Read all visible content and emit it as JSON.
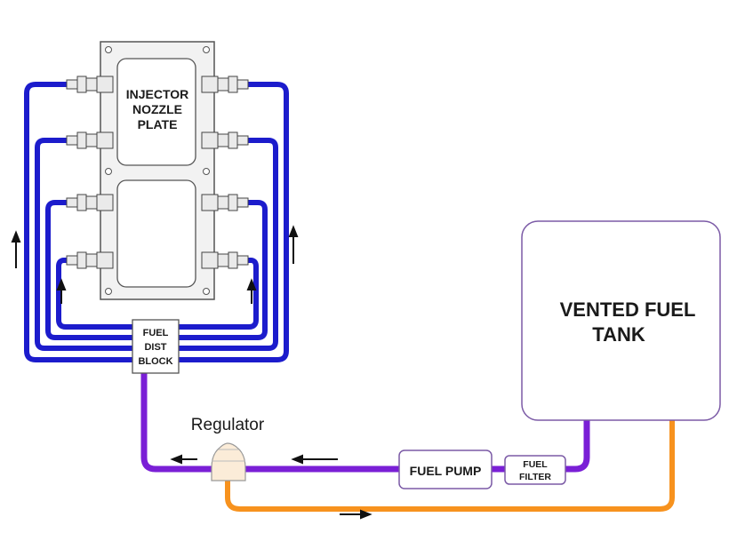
{
  "labels": {
    "plate_line1": "INJECTOR",
    "plate_line2": "NOZZLE",
    "plate_line3": "PLATE",
    "dist_line1": "FUEL",
    "dist_line2": "DIST",
    "dist_line3": "BLOCK",
    "regulator": "Regulator",
    "fuel_pump": "FUEL PUMP",
    "filter_line1": "FUEL",
    "filter_line2": "FILTER",
    "tank_line1": "VENTED FUEL",
    "tank_line2": "TANK"
  },
  "colors": {
    "blue_line": "#1c1ccc",
    "purple_line": "#7a1fd6",
    "orange_line": "#f7921e",
    "box_stroke": "#7b5aa6",
    "plate_fill": "#f2f2f2"
  }
}
